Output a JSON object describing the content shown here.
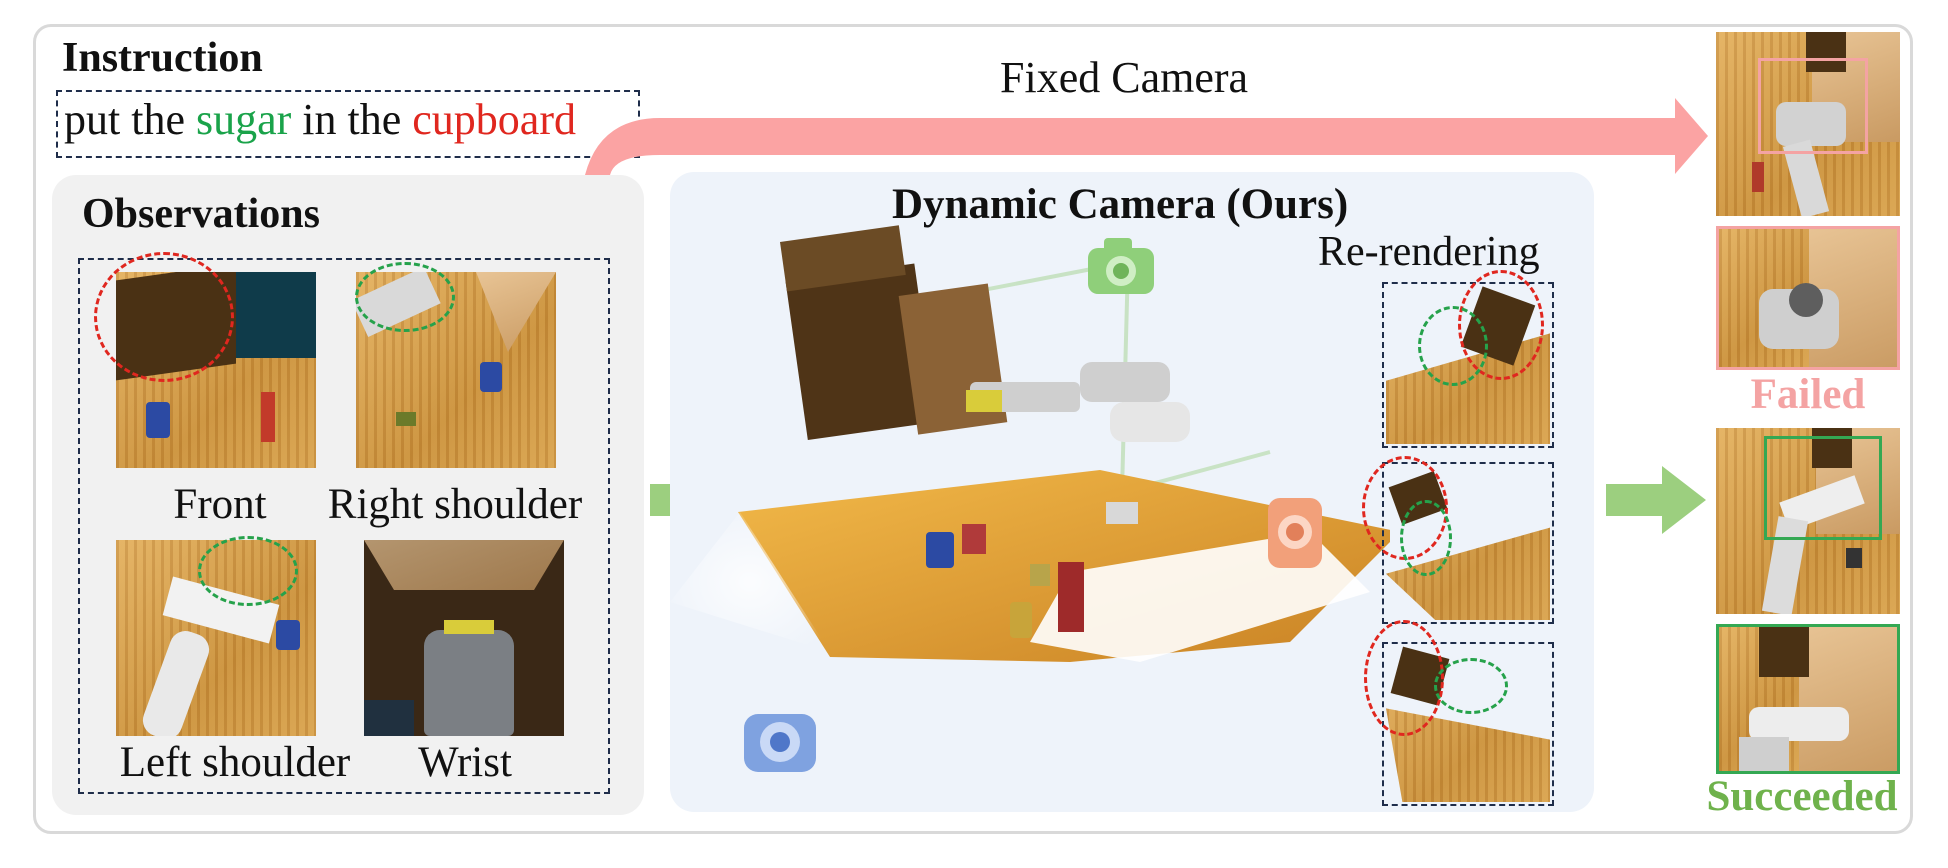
{
  "instruction": {
    "heading": "Instruction",
    "words": [
      "put the ",
      "sugar",
      " in the ",
      "cupboard"
    ],
    "object_color": "#1aa34a",
    "target_color": "#e0271f"
  },
  "fixed_camera_label": "Fixed Camera",
  "observations": {
    "heading": "Observations",
    "views": [
      "Front",
      "Right shoulder",
      "Left shoulder",
      "Wrist"
    ]
  },
  "dynamic": {
    "heading": "Dynamic Camera (Ours)",
    "rerender_label": "Re-rendering",
    "camera_icons": [
      "camera-green-icon",
      "camera-orange-icon",
      "camera-blue-icon"
    ]
  },
  "results": {
    "failed_label": "Failed",
    "failed_color": "#f4a3a3",
    "succeeded_label": "Succeeded",
    "succeeded_color": "#6fb24c"
  },
  "colors": {
    "fixed_arrow": "#fba3a3",
    "dynamic_arrow": "#9ccf7f",
    "observations_bg": "#f1f1f1",
    "dynamic_bg": "#eef3fa",
    "dashed_border": "#1f2d4a"
  }
}
